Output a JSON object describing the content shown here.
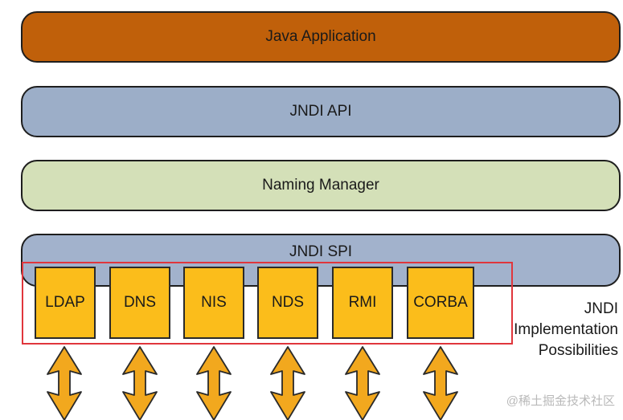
{
  "layers": {
    "application": "Java Application",
    "api": "JNDI API",
    "naming_manager": "Naming Manager",
    "spi": "JNDI SPI"
  },
  "implementations": [
    "LDAP",
    "DNS",
    "NIS",
    "NDS",
    "RMI",
    "CORBA"
  ],
  "caption": {
    "line1": "JNDI",
    "line2": "Implementation",
    "line3": "Possibilities"
  },
  "watermark": "@稀土掘金技术社区",
  "colors": {
    "application": "#c0600a",
    "api": "#9caec8",
    "naming_manager": "#d4e0b8",
    "spi": "#a2b2cc",
    "implementation": "#fbbd1b",
    "arrow": "#f2a81e",
    "highlight": "#e0363c"
  },
  "icons": {
    "arrow": "double-headed-vertical-arrow"
  }
}
